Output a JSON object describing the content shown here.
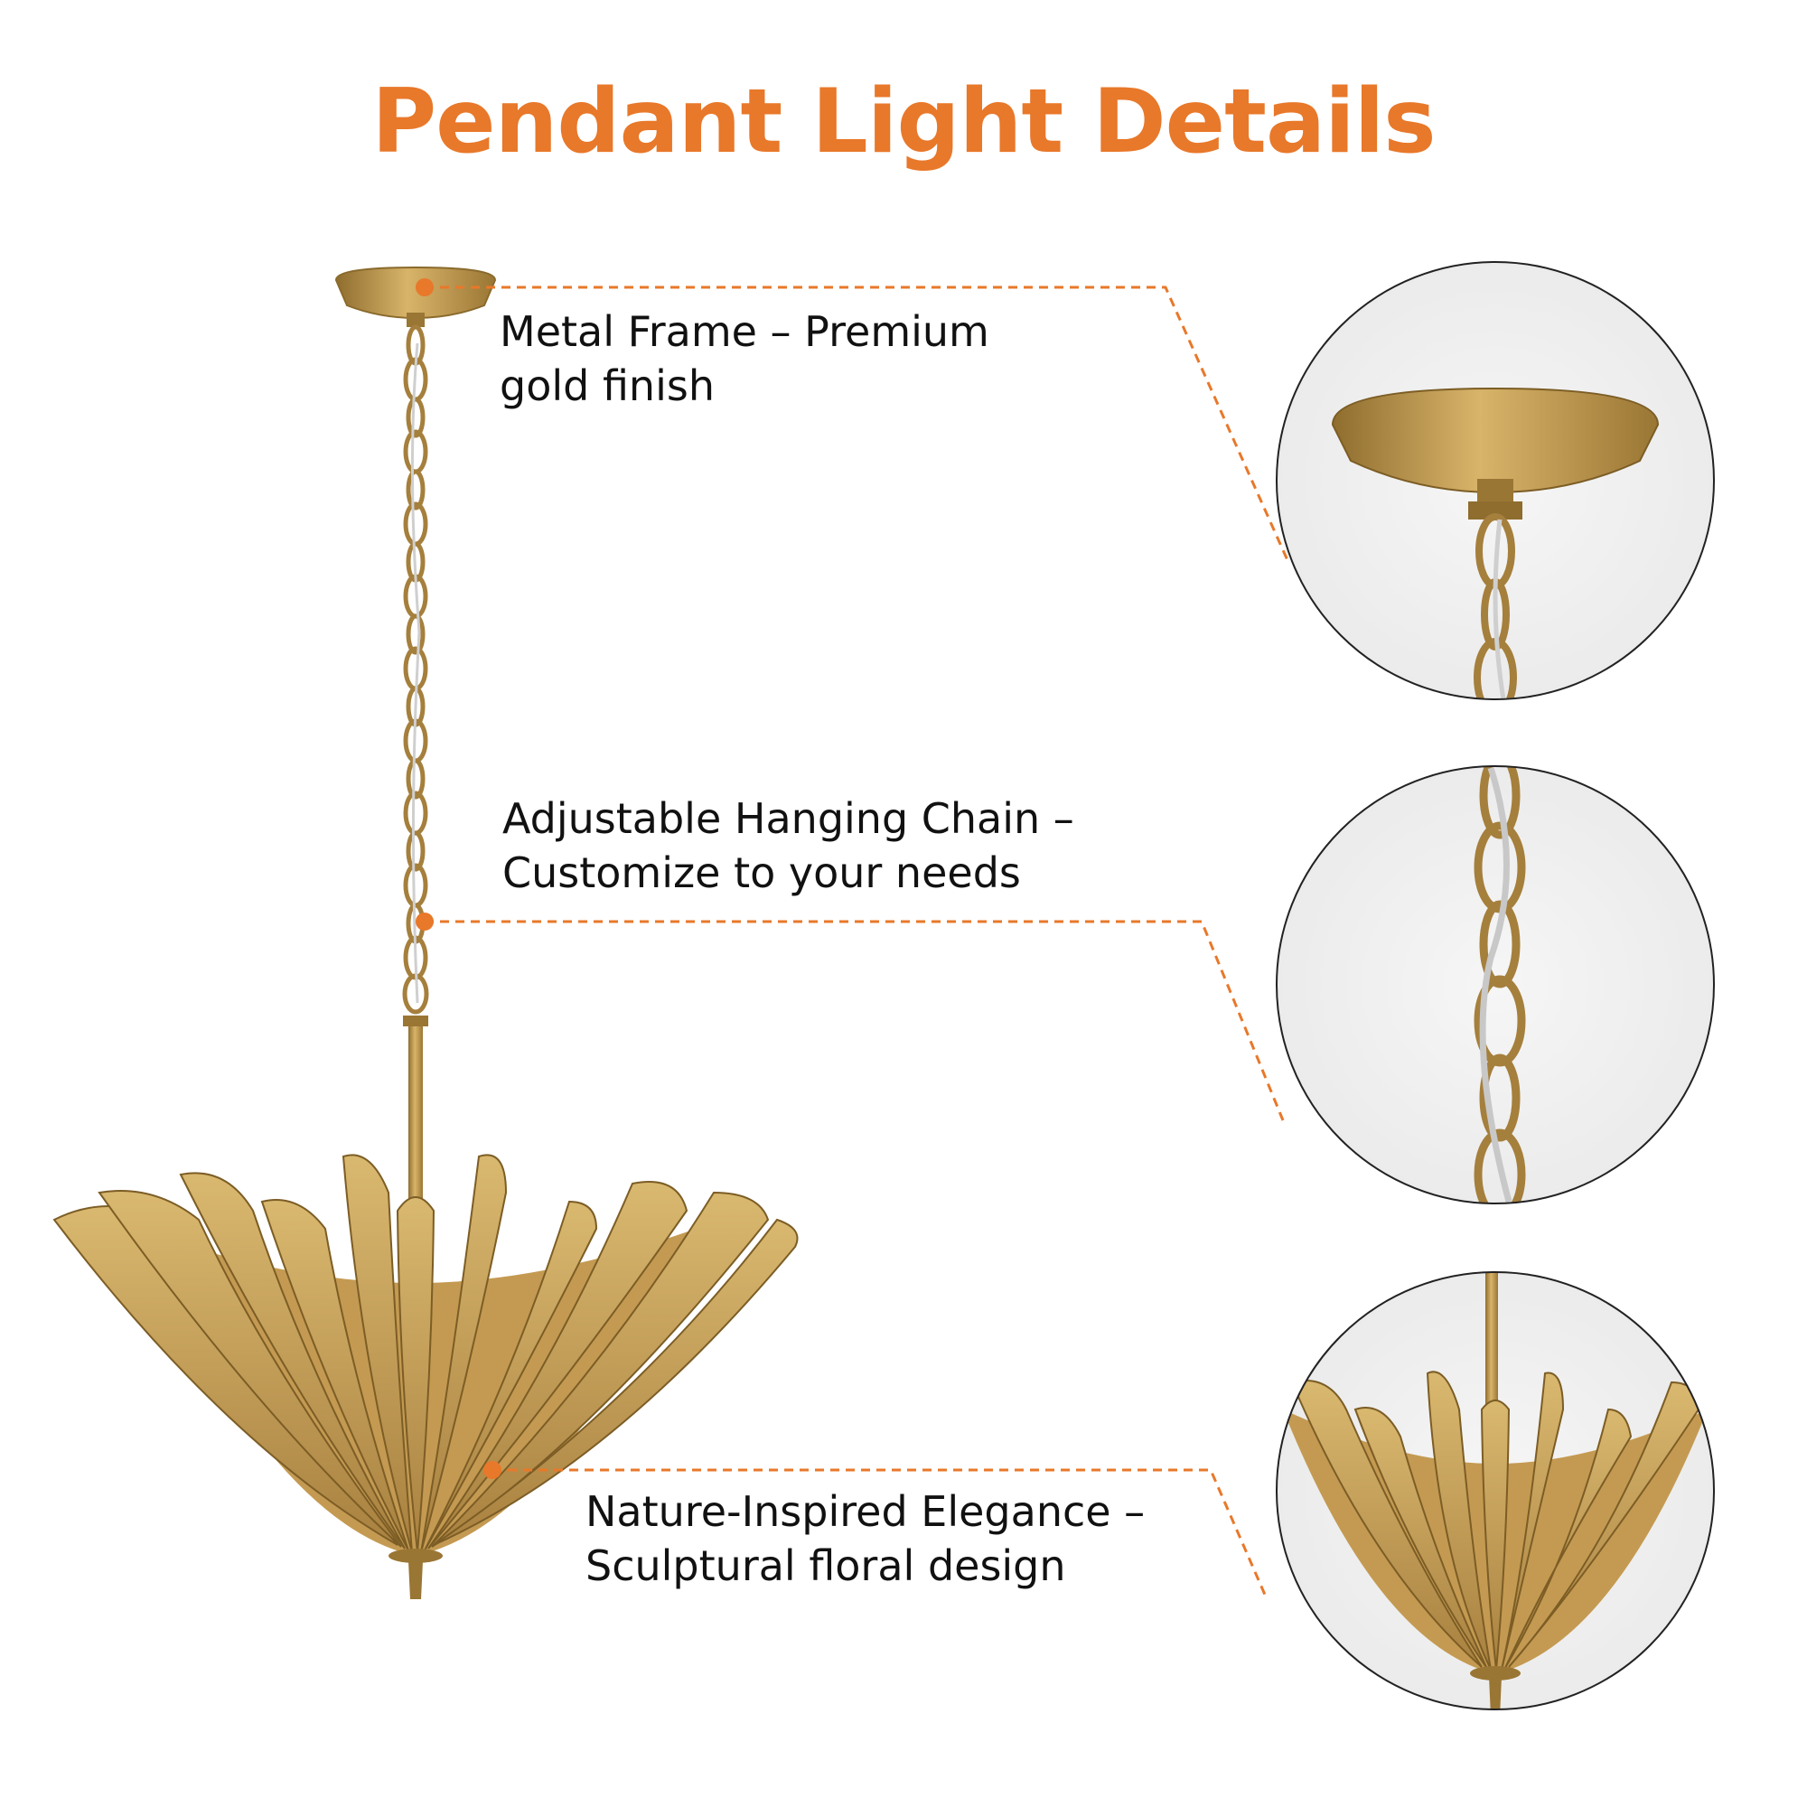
{
  "title": "Pendant Light Details",
  "callouts": [
    {
      "line1": "Metal Frame – Premium",
      "line2": "gold finish"
    },
    {
      "line1": "Adjustable Hanging Chain –",
      "line2": "Customize to your needs"
    },
    {
      "line1": "Nature-Inspired Elegance –",
      "line2": "Sculptural floral design"
    }
  ],
  "colors": {
    "accent": "#e8782a",
    "gold": "#c9a45c",
    "gold_dark": "#8f6d2e",
    "text": "#111111",
    "circle_border": "#222222"
  }
}
